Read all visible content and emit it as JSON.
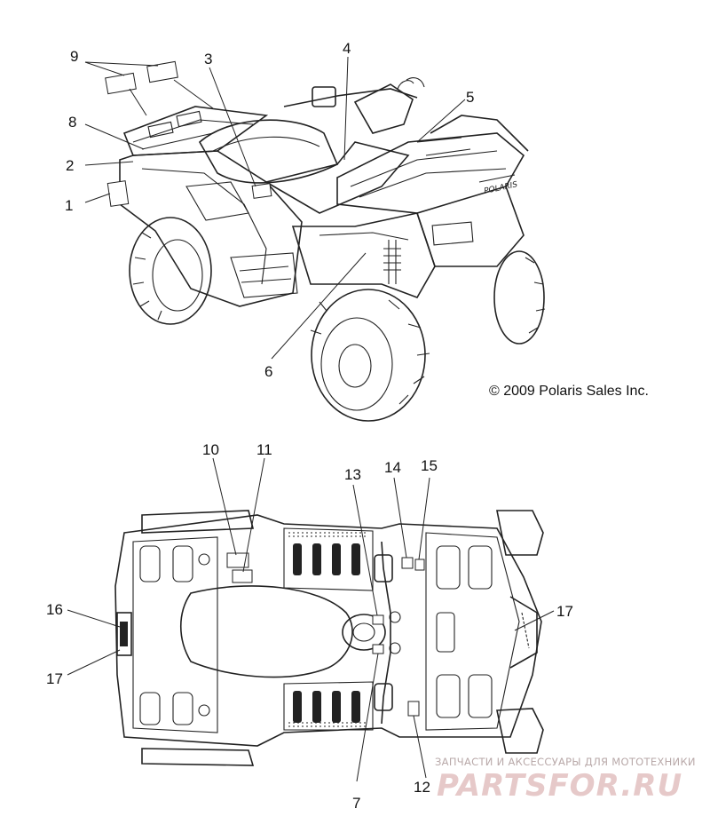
{
  "diagram": {
    "callouts": [
      "1",
      "2",
      "3",
      "4",
      "5",
      "6",
      "7",
      "8",
      "9",
      "10",
      "11",
      "12",
      "13",
      "14",
      "15",
      "16",
      "17"
    ],
    "copyright": "© 2009 Polaris Sales Inc.",
    "watermark": {
      "subtitle": "ЗАПЧАСТИ И АКСЕССУАРЫ ДЛЯ МОТОТЕХНИКИ",
      "logo": "PARTSFOR.RU"
    }
  }
}
